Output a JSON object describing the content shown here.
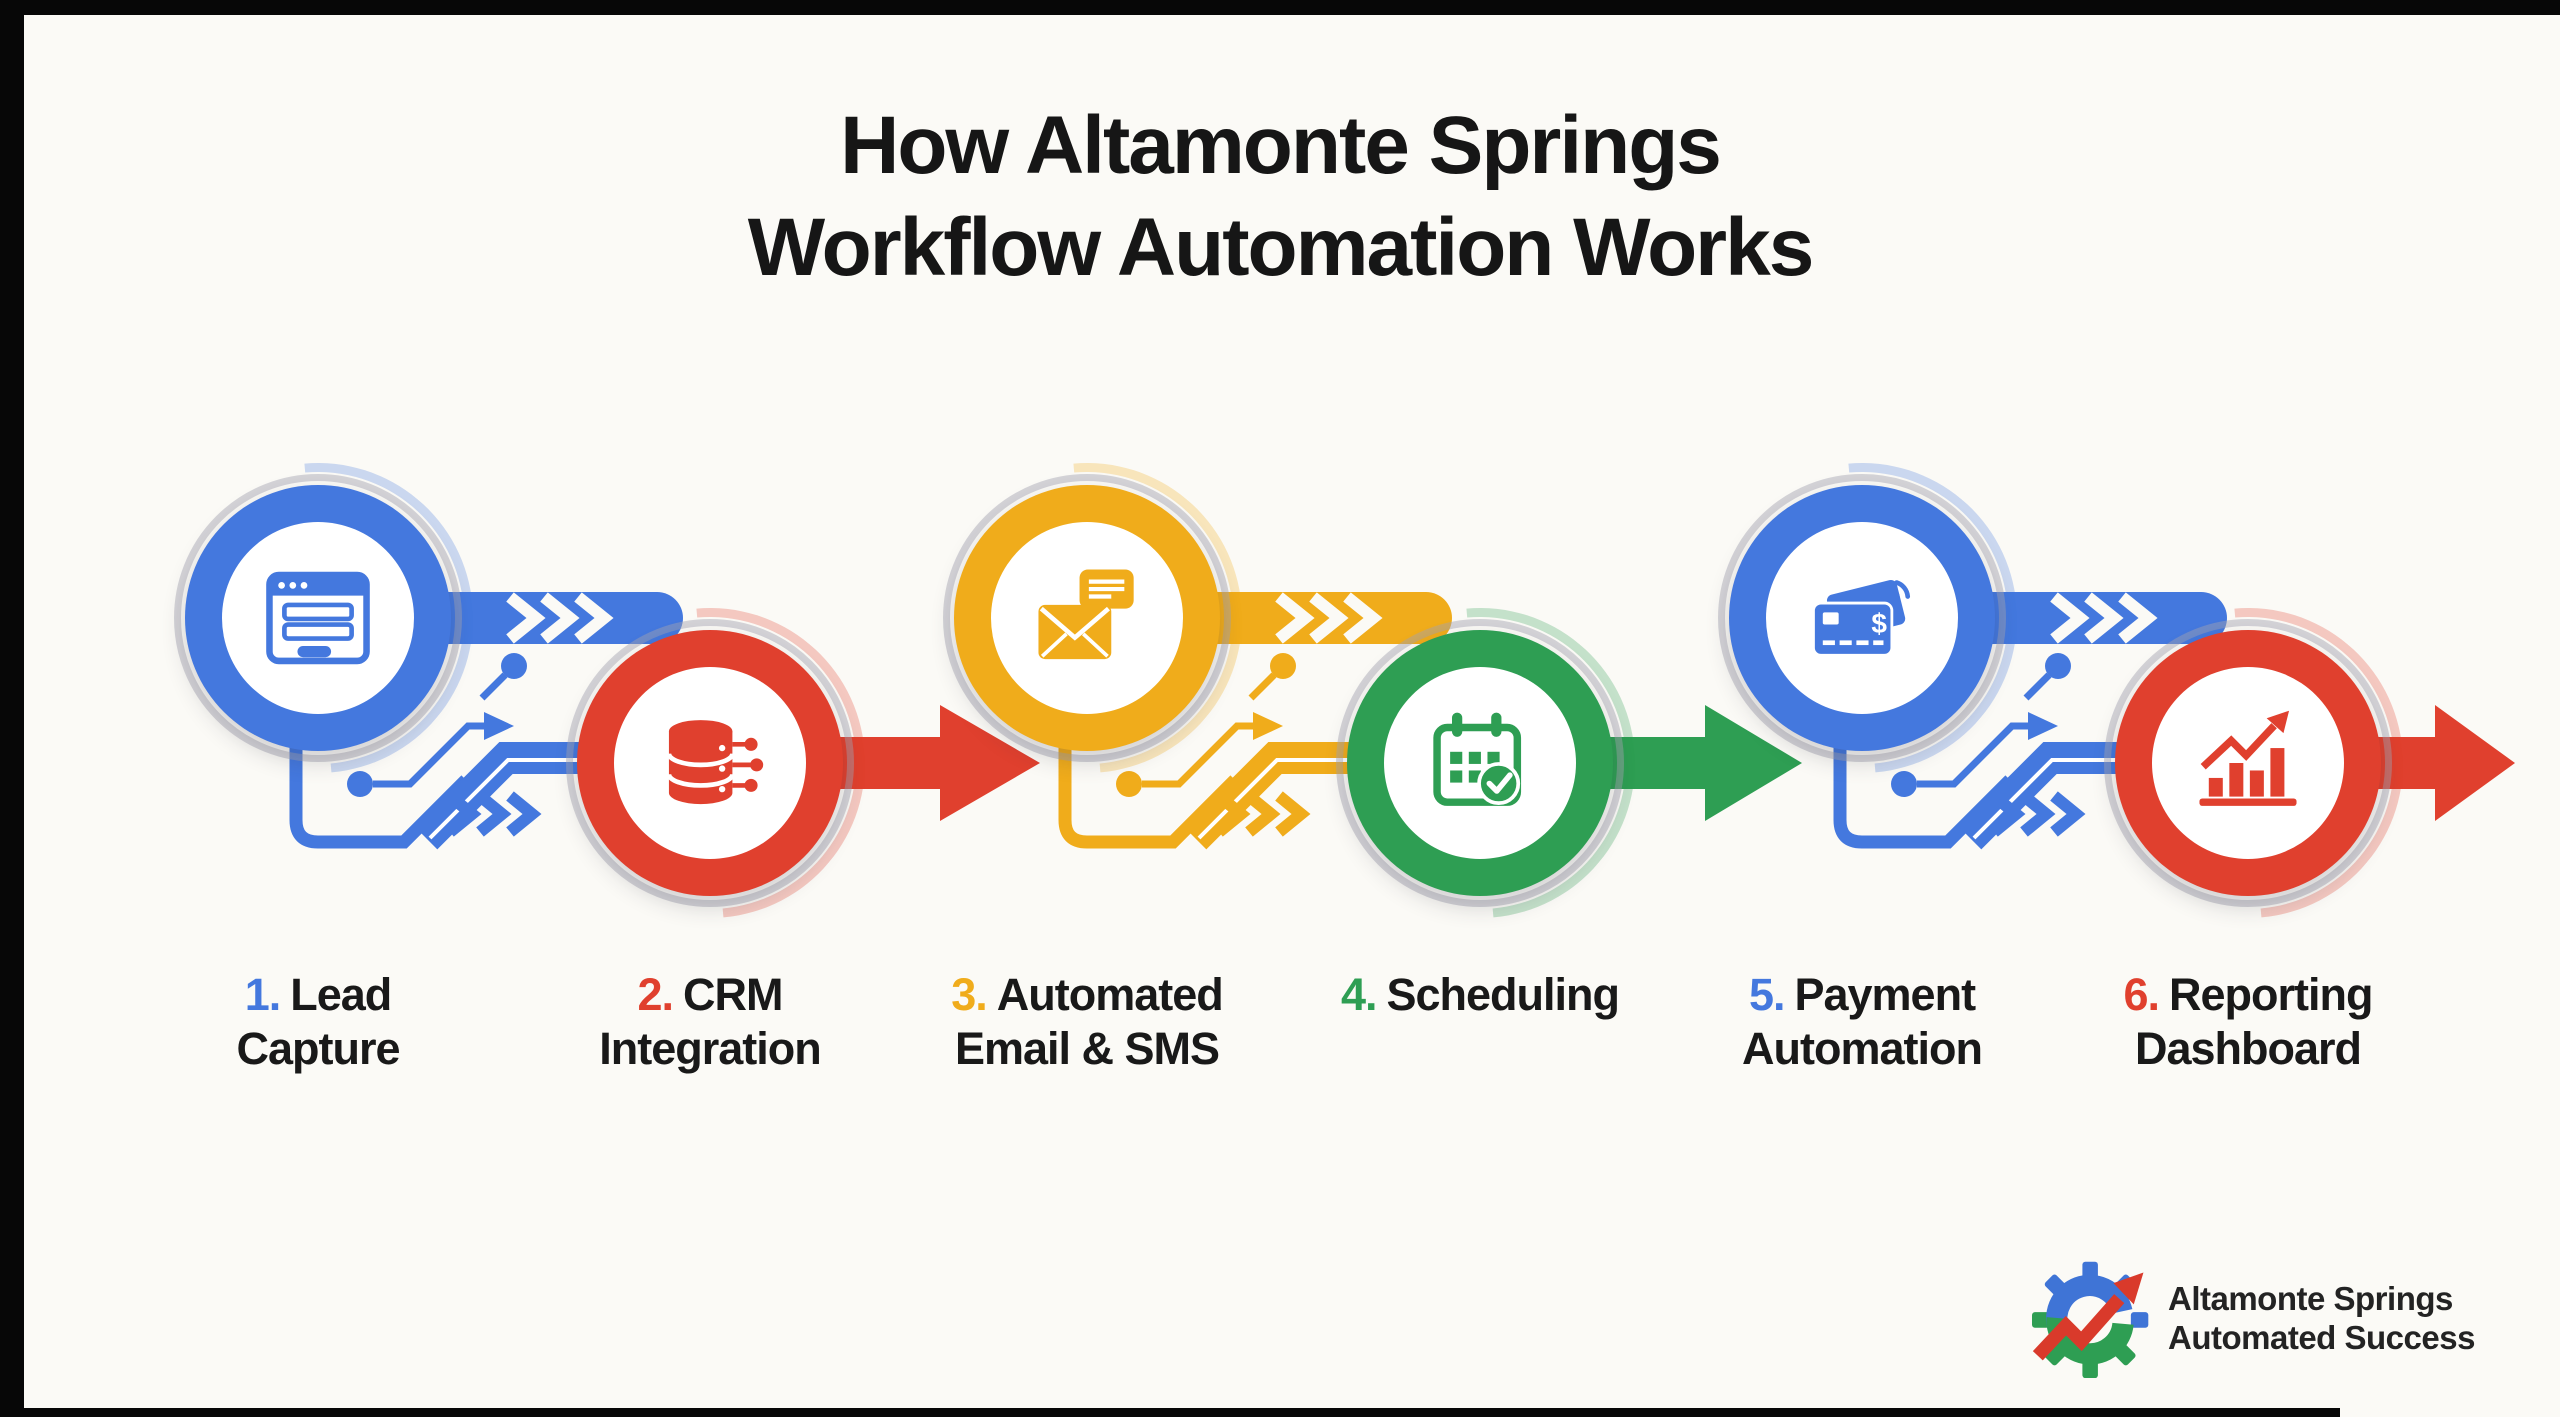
{
  "canvas": {
    "background": "#FBFAF6",
    "frame_bar_color": "#070707"
  },
  "title": {
    "line1": "How Altamonte Springs",
    "line2": "Workflow Automation Works",
    "color": "#161616"
  },
  "palette": {
    "blue": "#4478DE",
    "red": "#E0402E",
    "yellow": "#F0AC1B",
    "green": "#2E9E53"
  },
  "steps": [
    {
      "number": "1.",
      "line1": "Lead",
      "line2": "Capture",
      "color_key": "blue",
      "icon": "browser-form-icon"
    },
    {
      "number": "2.",
      "line1": "CRM",
      "line2": "Integration",
      "color_key": "red",
      "icon": "database-icon"
    },
    {
      "number": "3.",
      "line1": "Automated",
      "line2": "Email & SMS",
      "color_key": "yellow",
      "icon": "email-sms-icon"
    },
    {
      "number": "4.",
      "line1": "Scheduling",
      "line2": "",
      "color_key": "green",
      "icon": "calendar-check-icon"
    },
    {
      "number": "5.",
      "line1": "Payment",
      "line2": "Automation",
      "color_key": "blue",
      "icon": "payment-card-icon"
    },
    {
      "number": "6.",
      "line1": "Reporting",
      "line2": "Dashboard",
      "color_key": "red",
      "icon": "bar-chart-growth-icon"
    }
  ],
  "logo": {
    "line1": "Altamonte Springs",
    "line2": "Automated Success",
    "icon": "gear-growth-arrow-icon",
    "text_color": "#232323"
  }
}
